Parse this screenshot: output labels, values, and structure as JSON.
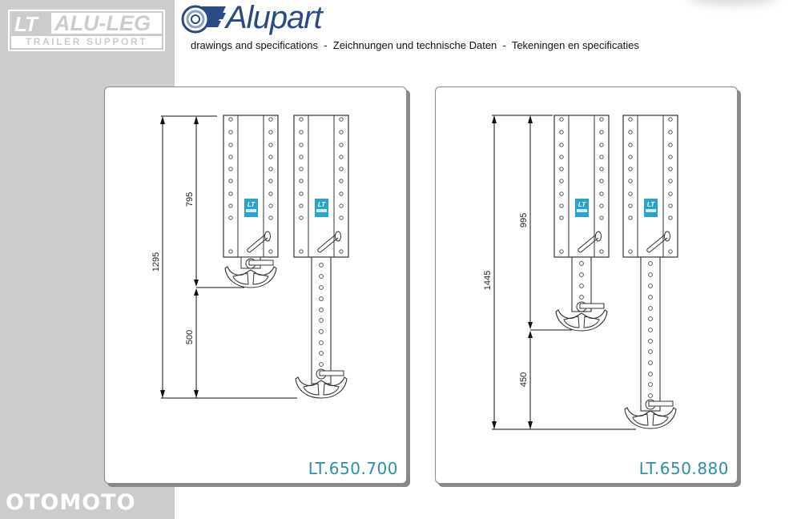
{
  "header": {
    "brand_logo": {
      "lt": "LT",
      "name": "ALU-LEG",
      "tagline": "TRAILER SUPPORT"
    },
    "alupart_logo": {
      "name": "Alupart",
      "icon": "wheel-wing-icon"
    },
    "subtitle": "drawings and specifications  -  Zeichnungen und technische Daten  -  Tekeningen en specificaties"
  },
  "watermark": "OTOMOTO",
  "colors": {
    "sidebar": "#cccccc",
    "alupart_blue": "#2a4a84",
    "model_label": "#2f8fa8",
    "lt_badge": "#2aa3c9"
  },
  "drawings": [
    {
      "model": "LT.650.700",
      "dimensions": {
        "total": "1295",
        "retracted": "795",
        "extension": "500"
      }
    },
    {
      "model": "LT.650.880",
      "dimensions": {
        "total": "1445",
        "retracted": "995",
        "extension": "450"
      }
    }
  ]
}
